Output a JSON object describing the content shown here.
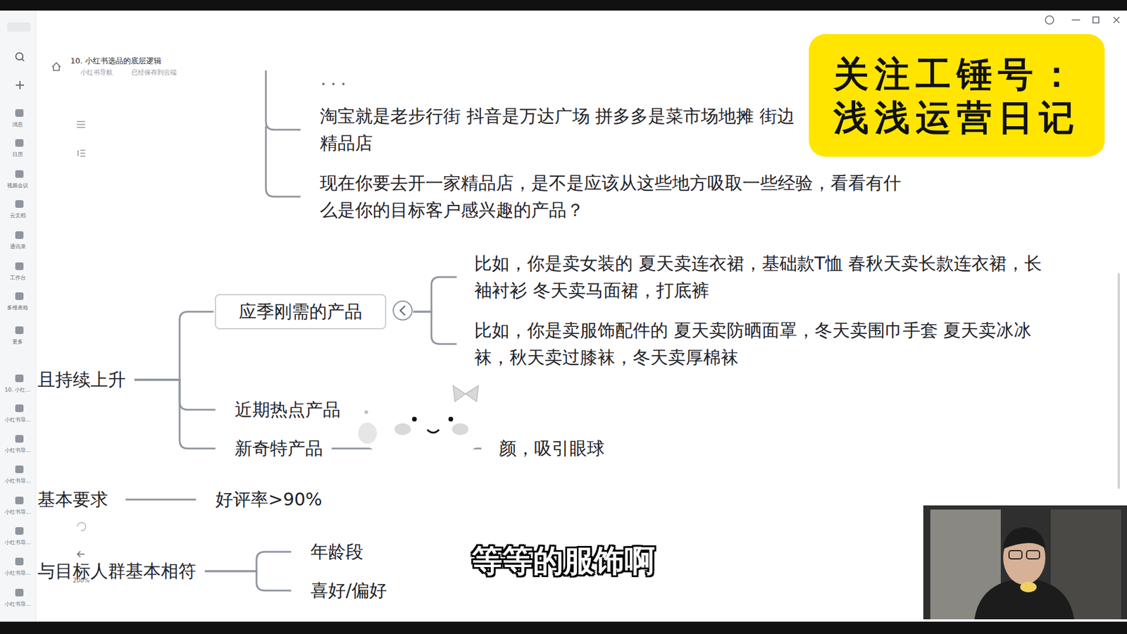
{
  "diagram": {
    "nodes": [
      {
        "text": [
          "淘宝就是老步行街 抖音是万达广场 拼多多是菜市场地摊 街边精品店"
        ]
      },
      {
        "text": [
          "现在你要去开一家精品店，是不是应该从这些地方吸取一些经验，看看有什么是你的目标客户感兴趣的产品？"
        ]
      },
      {
        "text": [
          "且持续上升"
        ]
      },
      {
        "text": [
          "应季刚需的产品"
        ]
      },
      {
        "text": [
          "比如，你是卖女装的 夏天卖连衣裙，基础款T恤 春秋天卖长款连衣裙，长袖衬衫 冬天卖马面裙，打底裤"
        ]
      },
      {
        "text": [
          "比如，你是卖服饰配件的 夏天卖防晒面罩，冬天卖围巾手套 夏天卖冰冰袜，秋天卖过膝袜，冬天卖厚棉袜"
        ]
      },
      {
        "text": [
          "近期热点产品"
        ]
      },
      {
        "text": [
          "新奇特产品"
        ]
      },
      {
        "text": [
          "颜，吸引眼球"
        ]
      },
      {
        "text": [
          "基本要求"
        ]
      },
      {
        "text": [
          "好评率>90%"
        ]
      },
      {
        "text": [
          "与目标人群基本相符"
        ]
      },
      {
        "text": [
          "年龄段"
        ]
      },
      {
        "text": [
          "喜好/偏好"
        ]
      }
    ],
    "edges": [
      {
        "from": 2,
        "to": 3,
        "arrow": "none"
      },
      {
        "from": 2,
        "to": 6,
        "arrow": "none"
      },
      {
        "from": 2,
        "to": 7,
        "arrow": "none"
      },
      {
        "from": 3,
        "to": 4,
        "arrow": "none"
      },
      {
        "from": 3,
        "to": 5,
        "arrow": "none"
      },
      {
        "from": 7,
        "to": 8,
        "arrow": "none"
      },
      {
        "from": 9,
        "to": 10,
        "arrow": "none"
      },
      {
        "from": 11,
        "to": 12,
        "arrow": "none"
      },
      {
        "from": 11,
        "to": 13,
        "arrow": "none"
      }
    ],
    "labels": [
      "10. 小红书选品的底层逻辑",
      "小红书导航",
      "已经保存到云端",
      "关注工锤号：",
      "浅浅运营日记",
      "等等的服饰啊",
      "200%",
      "消息",
      "日历",
      "视频会议",
      "云文档",
      "通讯录",
      "工作台",
      "多维表格",
      "更多",
      "10. 小红...",
      "小红书导...",
      "小红书导...",
      "小红书导...",
      "小红书导...",
      "小红书导...",
      "小红书导...",
      "小红书导..."
    ]
  }
}
